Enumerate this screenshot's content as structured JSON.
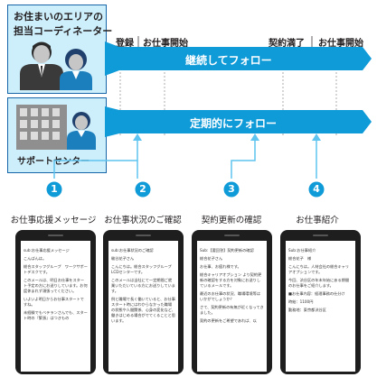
{
  "coordinator": {
    "title_line1": "お住まいのエリアの",
    "title_line2": "担当コーディネーター"
  },
  "support_center": {
    "label": "サポートセンター"
  },
  "milestones": {
    "register": "登録",
    "start1": "お仕事開始",
    "contract_end": "契約満了",
    "start2": "お仕事開始"
  },
  "bands": {
    "continuous": "継続してフォロー",
    "periodic": "定期的にフォロー"
  },
  "steps": [
    {
      "number": "1",
      "label": "お仕事応援メッセージ"
    },
    {
      "number": "2",
      "label": "お仕事状況のご確認"
    },
    {
      "number": "3",
      "label": "契約更新の確認"
    },
    {
      "number": "4",
      "label": "お仕事紹介"
    }
  ],
  "phones": [
    {
      "subject": "sub:お仕事応援メッセージ",
      "lines": [
        "こんばんは。",
        "",
        "総合スタッフグループ　ワークサポートデスクです。",
        "",
        "このメールは、明日お仕事をスタート予定の方にお送りしています。お何度休まれず頑張ってください。",
        "",
        "いよいよ明日からお仕事スタートですね。",
        "",
        "未経験でもベテランさんでも、スタート時の『緊張』はつきもの"
      ]
    },
    {
      "subject": "sub:お仕事状況のご確認",
      "lines": [
        "駿谷花子さん",
        "",
        "こんにちは。総合スタッフグループLCDセンターです。",
        "",
        "このメールは当社にて一定期間ご就業いただいている方にお送りしています。",
        "",
        "例と職場で長く働いていると、お仕事スタート時にはわからなかった職場の状態や人間関係、心身の変化など、働きはじめる場合がでてくることと思います。"
      ]
    },
    {
      "subject": "Sub:【要回答】契約更新の確認",
      "lines": [
        "総合花子さん",
        "",
        "お仕事、お疲れ様です。",
        "",
        "総合キャリアオプション より契約更新の確認をする方を対象にお送りしているメールです。",
        "",
        "最近のお仕事の状況、職場環境等はいかがでしょうか？",
        "",
        "さて、契約更新の有無が近くなってきました。",
        "",
        "契約の更新をご希望であれば、以"
      ]
    },
    {
      "subject": "Sub:お仕事紹介",
      "lines": [
        "総合花子　様",
        "",
        "こんにちは。人材会社の総合キャリアオプションです。",
        "",
        "今回、渋谷区の年末年始にある期間のお仕事をご紹介します。",
        "",
        "■お仕事内容：経理事務の仕分け",
        "",
        "時給：1100円",
        "",
        "勤務地：東京都渋谷区"
      ]
    }
  ],
  "colors": {
    "arrow_blue": "#0f9ad8",
    "arrow_light": "#5fc4ef",
    "sky_bg": "#cdeefb",
    "navy": "#122b53",
    "dark_text": "#231f20"
  }
}
